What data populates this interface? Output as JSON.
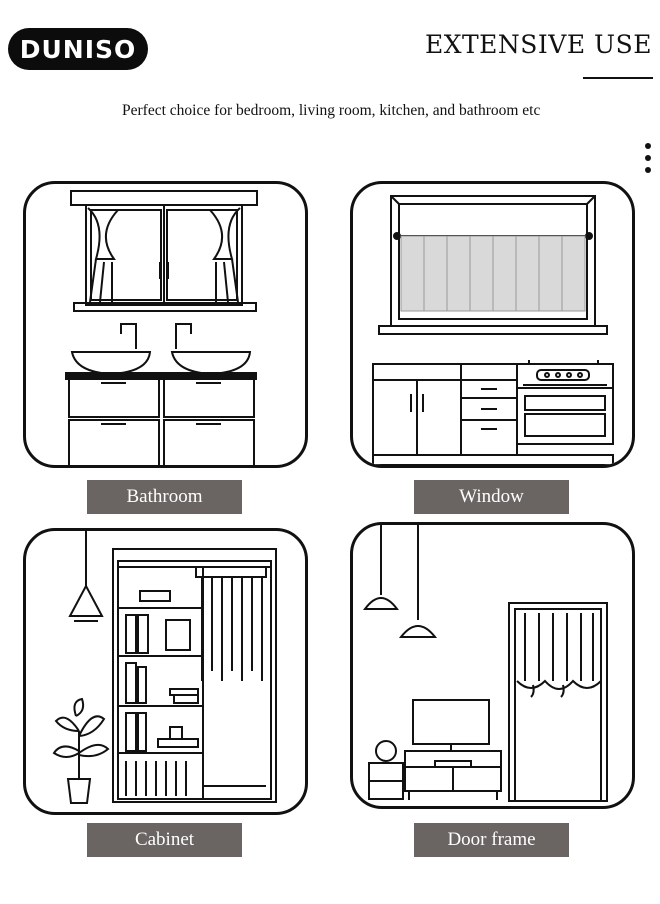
{
  "brand": {
    "logo_text": "DUNISO"
  },
  "header": {
    "title": "EXTENSIVE USE",
    "subtitle": "Perfect choice for bedroom, living room, kitchen, and bathroom etc"
  },
  "scenes": [
    {
      "label": "Bathroom",
      "icon": "bathroom-scene"
    },
    {
      "label": "Window",
      "icon": "kitchen-window-scene"
    },
    {
      "label": "Cabinet",
      "icon": "cabinet-scene"
    },
    {
      "label": "Door frame",
      "icon": "door-frame-scene"
    }
  ],
  "colors": {
    "label_bg": "#6a6462",
    "ink": "#111111",
    "curtain_gray": "#d9d9d9"
  }
}
